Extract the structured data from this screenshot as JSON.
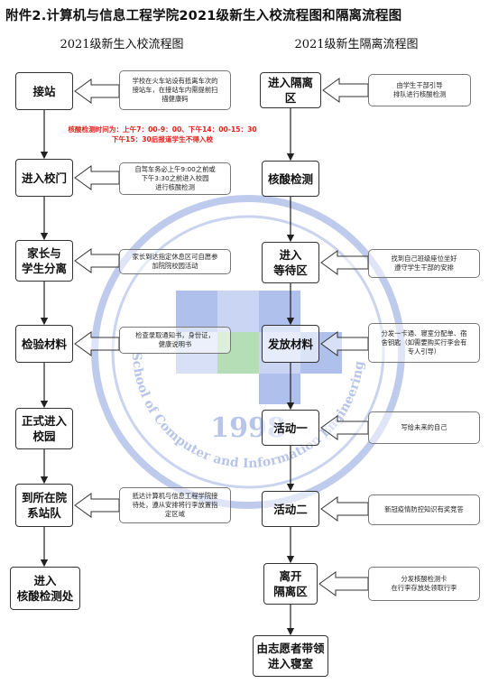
{
  "page_title": "附件2.计算机与信息工程学院2021级新生入校流程图和隔离流程图",
  "left_flow": {
    "title": "2021级新生入校流程图",
    "steps": [
      {
        "label": "接站",
        "note": "学校在火车站设有抵离车次的\n接站车，在接站车内需提前扫\n描健康码"
      },
      {
        "label": "进入校门",
        "note": "自驾车务必上午9:00之前或\n下午3:30之前进入校园\n进行核酸检测"
      },
      {
        "label": "家长与\n学生分离",
        "note": "家长到达指定休息区可自愿参\n加院院校园活动"
      },
      {
        "label": "检验材料",
        "note": "检查录取通知书，身份证，\n健康说明书"
      },
      {
        "label": "正式进入\n校园",
        "note": ""
      },
      {
        "label": "到所在院\n系站队",
        "note": "抵达计算机与信息工程学院接\n待处，遵从安排将行李放置指\n定区域"
      },
      {
        "label": "进入\n核酸检测处",
        "note": ""
      }
    ]
  },
  "notice": {
    "text": "核酸检测时间为：上午7：00-9：00、下午14：00-15：30\n下午15：30后报道学生不得入校"
  },
  "right_flow": {
    "title": "2021级新生隔离流程图",
    "steps": [
      {
        "label": "进入隔离区",
        "note": "由学生干部引导\n排队进行核酸检测"
      },
      {
        "label": "核酸检测",
        "note": ""
      },
      {
        "label": "进入\n等待区",
        "note": "找到自己班级座位坐好\n遵守学生干部的安排"
      },
      {
        "label": "发放材料",
        "note": "分发一卡通、寝室分配单、宿\n舍钥匙（如需要购买行李会有\n专人引导）"
      },
      {
        "label": "活动一",
        "note": "写给未来的自己"
      },
      {
        "label": "活动二",
        "note": "新冠疫情防控知识有奖竞答"
      },
      {
        "label": "离开\n隔离区",
        "note": "分发核酸检测卡\n在行李存放处领取行李"
      },
      {
        "label": "由志愿者带领\n进入寝室",
        "note": ""
      }
    ]
  },
  "watermark": {
    "year": "1998",
    "arc_text": "School of Computer and Information Engineering",
    "colors": {
      "ring": "#8aa0dc",
      "blue": "#6f8ee0",
      "green": "#7cc47c"
    }
  }
}
